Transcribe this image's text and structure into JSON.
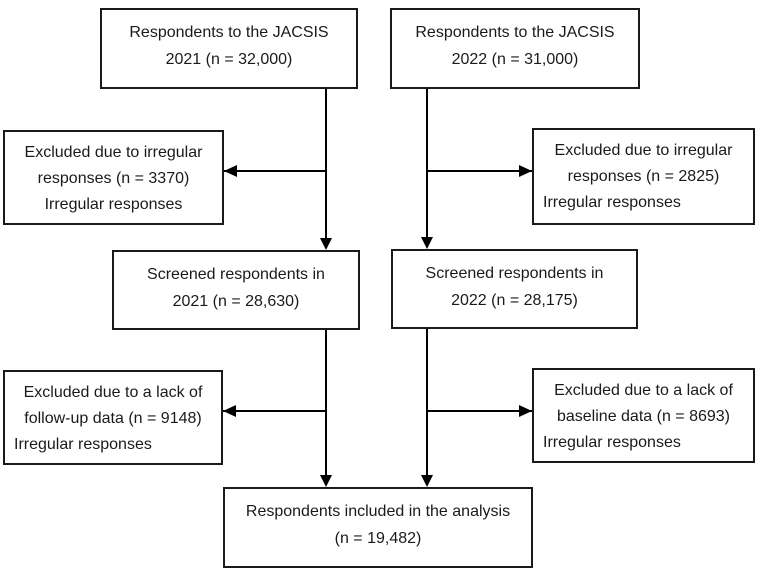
{
  "figure": {
    "type": "participant-flow-diagram",
    "colors": {
      "box_border": "#1a1a1a",
      "box_background": "#ffffff",
      "text": "#1a1a1a",
      "arrow": "#000000",
      "page_background": "#ffffff"
    },
    "nodes": {
      "jacsis_2021": {
        "lines": [
          "Respondents to the JACSIS",
          "2021 (n = 32,000)"
        ]
      },
      "jacsis_2022": {
        "lines": [
          "Respondents to the JACSIS",
          "2022 (n = 31,000)"
        ]
      },
      "excluded_irregular_2021": {
        "lines": [
          "Excluded due to irregular",
          "responses (n = 3370)",
          "Irregular responses"
        ]
      },
      "excluded_irregular_2022": {
        "lines": [
          "Excluded due to irregular",
          "responses (n = 2825)",
          "Irregular responses"
        ]
      },
      "screened_2021": {
        "lines": [
          "Screened respondents in",
          "2021 (n = 28,630)"
        ]
      },
      "screened_2022": {
        "lines": [
          "Screened respondents in",
          "2022 (n = 28,175)"
        ]
      },
      "excluded_followup_2021": {
        "lines": [
          "Excluded due to a lack of",
          "follow-up data (n = 9148)",
          "Irregular responses"
        ]
      },
      "excluded_baseline_2022": {
        "lines": [
          "Excluded due to a lack of",
          "baseline data (n = 8693)",
          "Irregular responses"
        ]
      },
      "included_analysis": {
        "lines": [
          "Respondents included in the analysis",
          "(n = 19,482)"
        ]
      }
    }
  }
}
